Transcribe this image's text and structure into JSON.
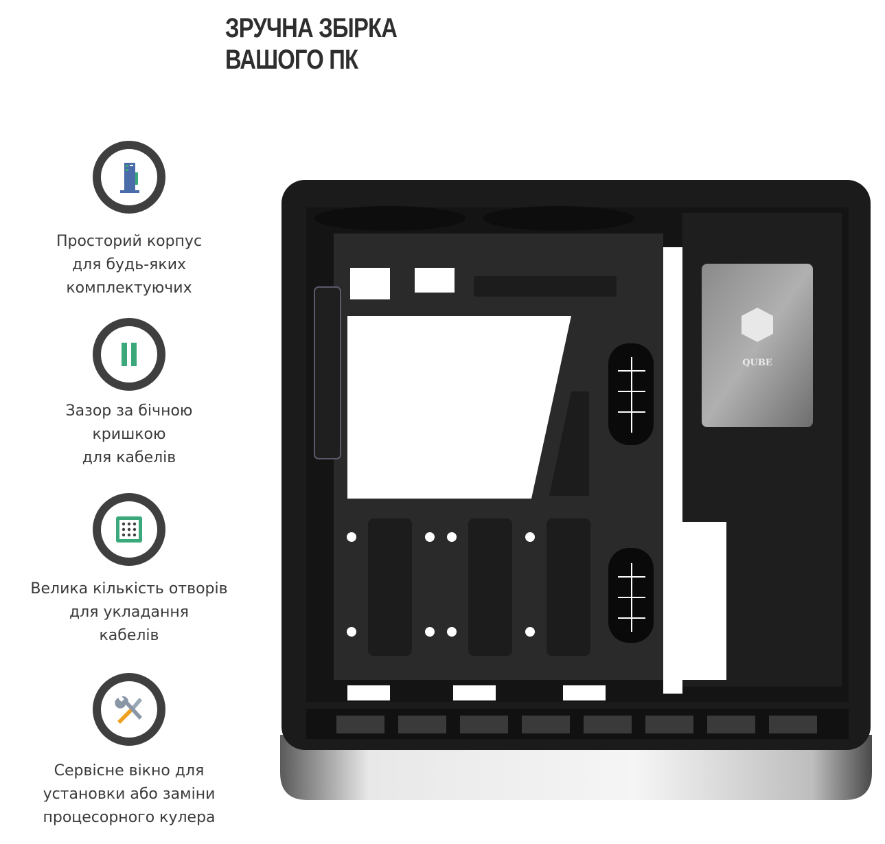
{
  "title": {
    "line1": "ЗРУЧНА ЗБІРКА",
    "line2": "ВАШОГО ПК"
  },
  "features": [
    {
      "icon": "pc-tower-icon",
      "lines": [
        "Просторий корпус",
        "для будь-яких",
        "комплектуючих"
      ]
    },
    {
      "icon": "cable-gap-icon",
      "lines": [
        "Зазор за бічною",
        "кришкою",
        "для кабелів"
      ]
    },
    {
      "icon": "cable-holes-icon",
      "lines": [
        "Велика кількість отворів",
        "для укладання",
        "кабелів"
      ]
    },
    {
      "icon": "tools-icon",
      "lines": [
        "Сервісне вікно для",
        "установки або заміни",
        "процесорного кулера"
      ]
    }
  ],
  "product_image": {
    "logo_text": "QUBE"
  },
  "colors": {
    "ring": "#3f3f3f",
    "accent_green": "#3aa87a",
    "accent_blue": "#4a6ca8",
    "accent_orange": "#f0a020",
    "case_black": "#1b1b1b",
    "case_silver": "#cfcfcf"
  }
}
